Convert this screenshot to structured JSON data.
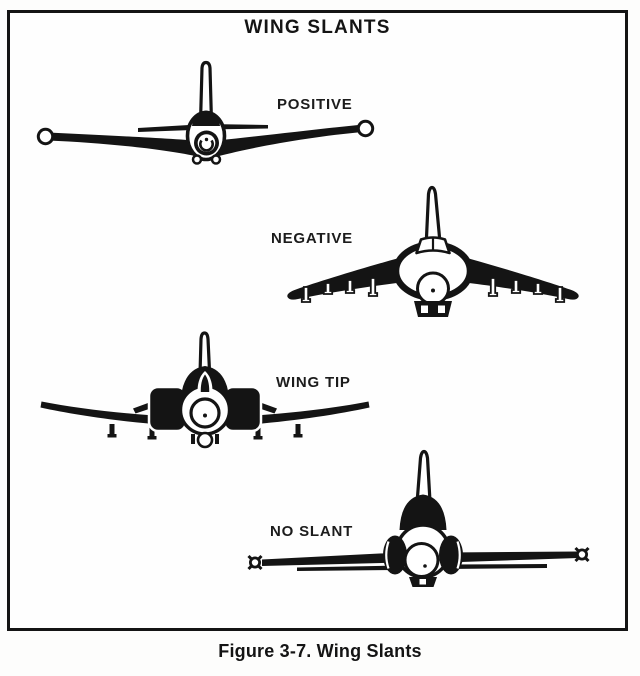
{
  "figure": {
    "title": "WING SLANTS",
    "caption": "Figure 3-7. Wing Slants",
    "labels": {
      "positive": "POSITIVE",
      "negative": "NEGATIVE",
      "wing_tip": "WING TIP",
      "no_slant": "NO SLANT"
    }
  },
  "colors": {
    "ink": "#141414",
    "paper": "#fefefe"
  }
}
